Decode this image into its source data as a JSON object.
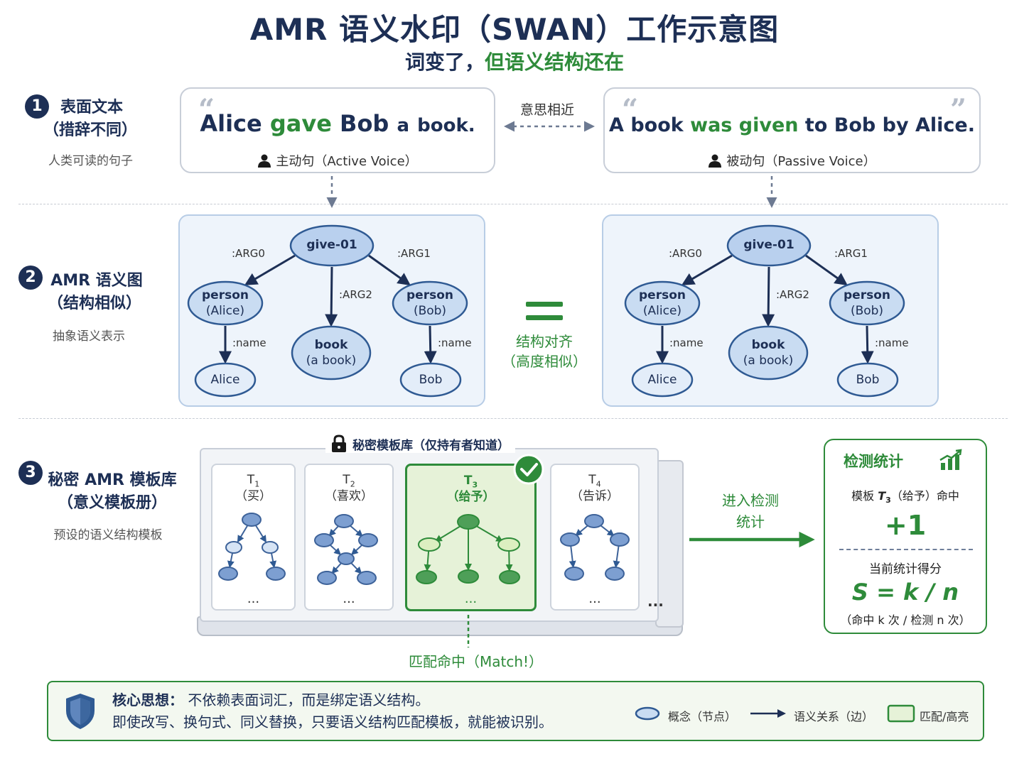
{
  "title": "AMR 语义水印（SWAN）工作示意图",
  "subtitle": {
    "part1": "词变了，",
    "part2": "但语义结构还在"
  },
  "colors": {
    "navy": "#1d2f55",
    "green": "#2e8b3a",
    "node_fill": "#c9dcf2",
    "node_stroke": "#2f5a93",
    "panel": "#eef4fb",
    "match_fill": "#e6f2d8"
  },
  "step1": {
    "num": "1",
    "title_line1": "表面文本",
    "title_line2": "（措辞不同）",
    "desc": "人类可读的句子"
  },
  "step2": {
    "num": "2",
    "title_line1": "AMR 语义图",
    "title_line2": "（结构相似）",
    "desc": "抽象语义表示"
  },
  "step3": {
    "num": "3",
    "title_line1": "秘密 AMR 模板库",
    "title_line2": "（意义模板册）",
    "desc": "预设的语义结构模板"
  },
  "sentence_left": {
    "w1": "Alice",
    "w2": "gave",
    "w3": "Bob",
    "w4": "a",
    "w5": "book.",
    "voice": "主动句（Active Voice）",
    "icon": "person-icon"
  },
  "sentence_right": {
    "w1": "A",
    "w2": "book",
    "w3": "was given",
    "w4": "to",
    "w5": "Bob",
    "w6": "by",
    "w7": "Alice.",
    "voice": "被动句（Passive Voice）",
    "icon": "person-icon"
  },
  "similar_label": "意思相近",
  "amr": {
    "root": "give-01",
    "arg0": ":ARG0",
    "arg1": ":ARG1",
    "arg2": ":ARG2",
    "name": ":name",
    "person_alice_1": "person",
    "person_alice_2": "(Alice)",
    "person_bob_1": "person",
    "person_bob_2": "(Bob)",
    "book_1": "book",
    "book_2": "(a book)",
    "alice": "Alice",
    "bob": "Bob"
  },
  "alignment": {
    "line1": "结构对齐",
    "line2": "（高度相似）"
  },
  "library_label": "秘密模板库（仅持有者知道）",
  "templates": [
    {
      "t": "T",
      "sub": "1",
      "meaning": "（买）",
      "dots": "..."
    },
    {
      "t": "T",
      "sub": "2",
      "meaning": "（喜欢）",
      "dots": "..."
    },
    {
      "t": "T",
      "sub": "3",
      "meaning": "（给予）",
      "dots": "..."
    },
    {
      "t": "T",
      "sub": "4",
      "meaning": "（告诉）",
      "dots": "..."
    }
  ],
  "more_dots": "...",
  "match_label": "匹配命中（Match!）",
  "to_stats": {
    "line1": "进入检测",
    "line2": "统计"
  },
  "stats": {
    "title": "检测统计",
    "hit_prefix": "模板",
    "hit_t": "T",
    "hit_sub": "3",
    "hit_suffix": "（给予）命中",
    "plus": "+1",
    "score_label": "当前统计得分",
    "formula": "S = k / n",
    "formula_note": "（命中 k 次 / 检测 n 次）"
  },
  "core": {
    "label": "核心思想：",
    "line1": "不依赖表面词汇，而是绑定语义结构。",
    "line2": "即使改写、换句式、同义替换，只要语义结构匹配模板，就能被识别。"
  },
  "legend": {
    "concept": "概念（节点）",
    "relation": "语义关系（边）",
    "match": "匹配/高亮"
  }
}
